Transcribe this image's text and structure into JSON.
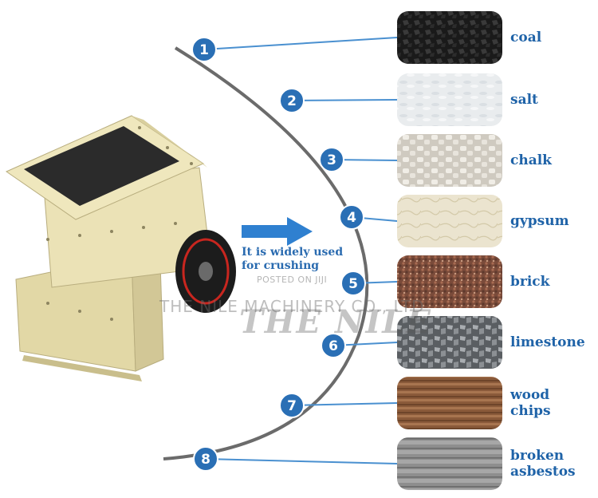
{
  "caption": {
    "line1": "It is widely used",
    "line2": "for crushing"
  },
  "watermarks": {
    "posted": "POSTED ON JIJI",
    "company": "THE NILE MACHINERY CO., LTD",
    "brand": "THE NILE"
  },
  "colors": {
    "label_blue": "#1f63a8",
    "badge_blue": "#2a6fb5",
    "connector_blue": "#4a90d0",
    "arc_gray": "#6b6b6b",
    "arrow_blue": "#2f80d0",
    "machine_cream": "#e8dfb0"
  },
  "steps": [
    {
      "number": "1",
      "material": [
        "coal"
      ],
      "image_icon": "coal-photo"
    },
    {
      "number": "2",
      "material": [
        "salt"
      ],
      "image_icon": "salt-photo"
    },
    {
      "number": "3",
      "material": [
        "chalk"
      ],
      "image_icon": "chalk-photo"
    },
    {
      "number": "4",
      "material": [
        "gypsum"
      ],
      "image_icon": "gypsum-photo"
    },
    {
      "number": "5",
      "material": [
        "brick"
      ],
      "image_icon": "brick-photo"
    },
    {
      "number": "6",
      "material": [
        "limestone"
      ],
      "image_icon": "limestone-photo"
    },
    {
      "number": "7",
      "material": [
        "wood",
        "chips"
      ],
      "image_icon": "wood-chips-photo"
    },
    {
      "number": "8",
      "material": [
        "broken",
        "asbestos"
      ],
      "image_icon": "asbestos-photo"
    }
  ]
}
